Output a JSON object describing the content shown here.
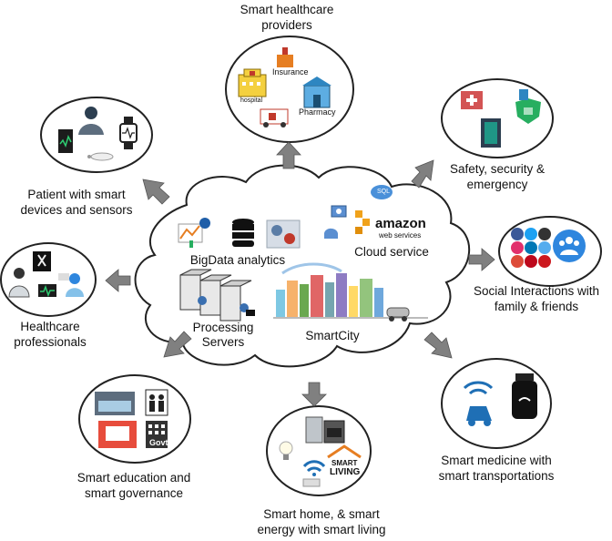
{
  "cloud": {
    "bigdata": "BigData analytics",
    "cloud_service": "Cloud service",
    "processing": "Processing",
    "servers": "Servers",
    "smartcity": "SmartCity",
    "amazon": "amazon",
    "webservices": "web services",
    "sql": "SQL"
  },
  "nodes": {
    "healthcare_providers": {
      "line1": "Smart healthcare",
      "line2": "providers",
      "insurance": "Insurance",
      "hospital": "hospital",
      "pharmacy": "Pharmacy"
    },
    "safety": {
      "line1": "Safety, security &",
      "line2": "emergency"
    },
    "social": {
      "line1": "Social Interactions with",
      "line2": "family & friends"
    },
    "medicine": {
      "line1": "Smart medicine with",
      "line2": "smart transportations"
    },
    "home": {
      "line1": "Smart home, & smart",
      "line2": "energy with smart living",
      "smart": "SMART",
      "living": "LIVING"
    },
    "education": {
      "line1": "Smart education and",
      "line2": "smart governance",
      "govt": "Govt"
    },
    "professionals": {
      "line1": "Healthcare",
      "line2": "professionals"
    },
    "patient": {
      "line1": "Patient with smart",
      "line2": "devices and sensors"
    }
  },
  "colors": {
    "arrow": "#7f7f7f",
    "outline": "#222222",
    "amazon_orange": "#f39c12",
    "blue": "#2e86de"
  }
}
